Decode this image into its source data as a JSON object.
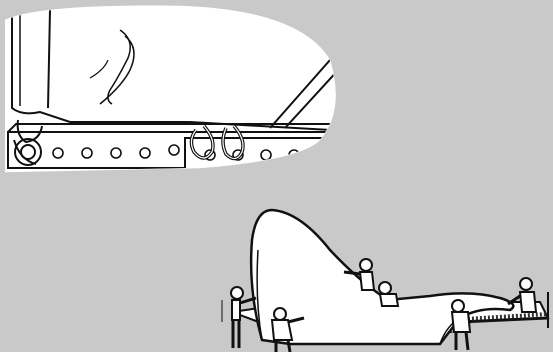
{
  "illustration": {
    "background_color": "#c9c9c9",
    "line_color": "#111111",
    "fill_color": "#ffffff",
    "panels": [
      {
        "name": "detail-inset",
        "subject": "frame-rail-with-cord-loops"
      },
      {
        "name": "installation-scene",
        "subject": "people-lifting-cover-over-frame"
      }
    ]
  }
}
